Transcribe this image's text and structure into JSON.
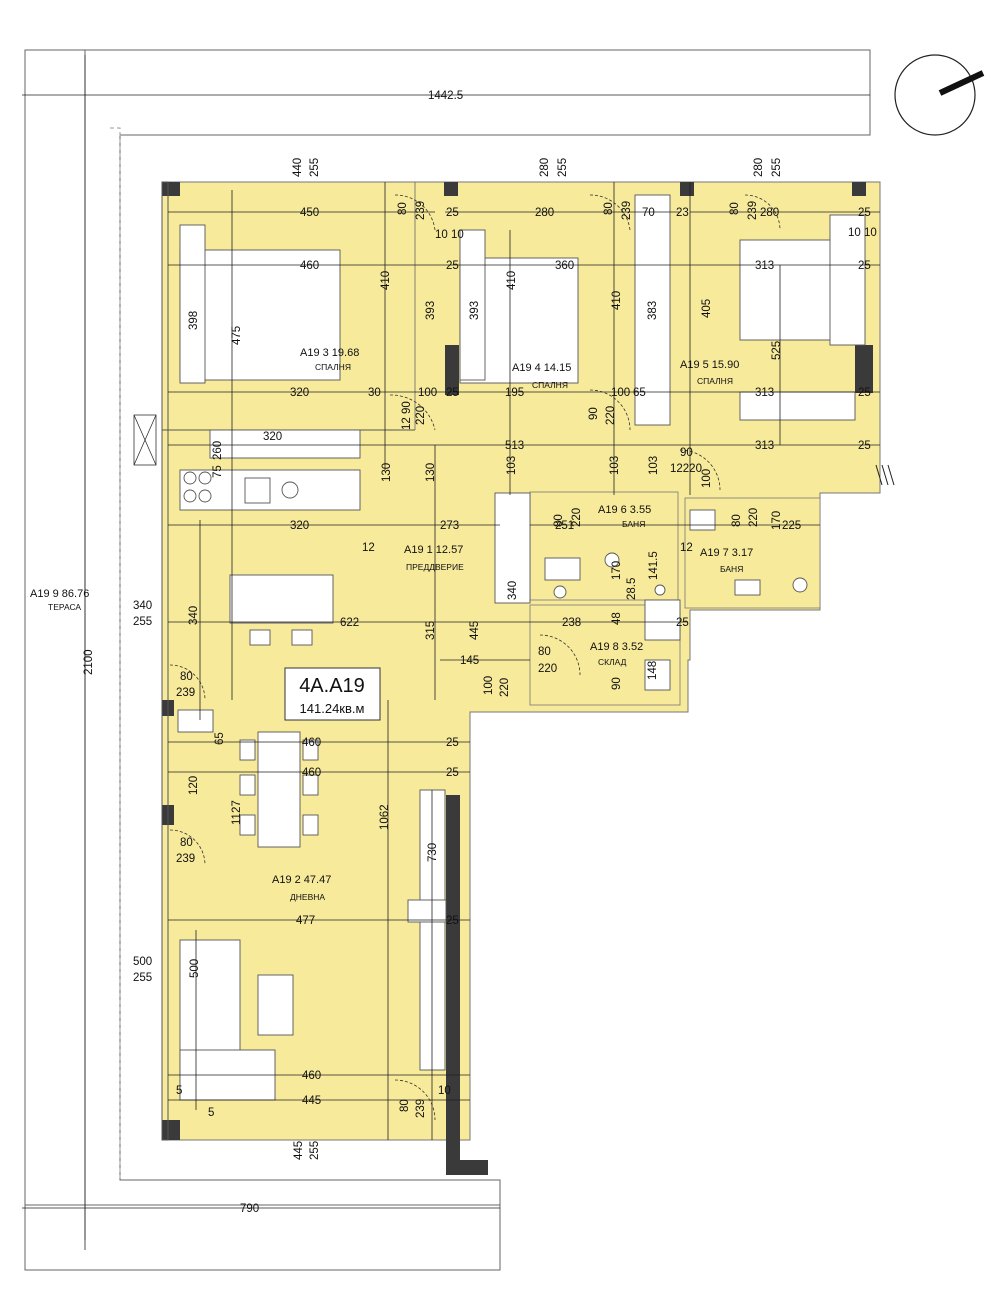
{
  "apartment": {
    "code": "4A.A19",
    "area": "141.24кв.м"
  },
  "terrace": {
    "label": "A19 9 86.76",
    "name": "ТЕРАСА"
  },
  "rooms": [
    {
      "label": "A19 3 19.68",
      "name": "СПАЛНЯ"
    },
    {
      "label": "A19 4 14.15",
      "name": "СПАЛНЯ"
    },
    {
      "label": "A19 5 15.90",
      "name": "СПАЛНЯ"
    },
    {
      "label": "A19 1 12.57",
      "name": "ПРЕДДВЕРИЕ"
    },
    {
      "label": "A19 6 3.55",
      "name": "БАНЯ"
    },
    {
      "label": "A19 7 3.17",
      "name": "БАНЯ"
    },
    {
      "label": "A19 8 3.52",
      "name": "СКЛАД"
    },
    {
      "label": "A19 2 47.47",
      "name": "ДНЕВНА"
    }
  ],
  "outer_dims": {
    "top": "1442.5",
    "left": "2100",
    "bottom": "790"
  },
  "dims": {
    "d440": "440",
    "d255": "255",
    "d280": "280",
    "d450": "450",
    "d460": "460",
    "d410": "410",
    "d360": "360",
    "d313": "313",
    "d398": "398",
    "d475": "475",
    "d393": "393",
    "d405": "405",
    "d525": "525",
    "d383": "383",
    "d320": "320",
    "d30": "30",
    "d100": "100",
    "d195": "195",
    "d65": "65",
    "d12": "12",
    "d90": "90",
    "d220": "220",
    "d513": "513",
    "d260": "260",
    "d75": "75",
    "d130": "130",
    "d103": "103",
    "d12220": "12220",
    "d273": "273",
    "d251": "251",
    "d225": "225",
    "d170": "170",
    "d1415": "141.5",
    "d285": "28.5",
    "d340": "340",
    "d622": "622",
    "d315": "315",
    "d445": "445",
    "d238": "238",
    "d48": "48",
    "d145": "145",
    "d80": "80",
    "d239": "239",
    "d148": "148",
    "d10": "10",
    "d25": "25",
    "d120": "120",
    "d1127": "1127",
    "d1062": "1062",
    "d730": "730",
    "d477": "477",
    "d500": "500",
    "d5": "5",
    "d70": "70",
    "d23": "23",
    "d1010": "10 10",
    "d1290": "12 90"
  }
}
